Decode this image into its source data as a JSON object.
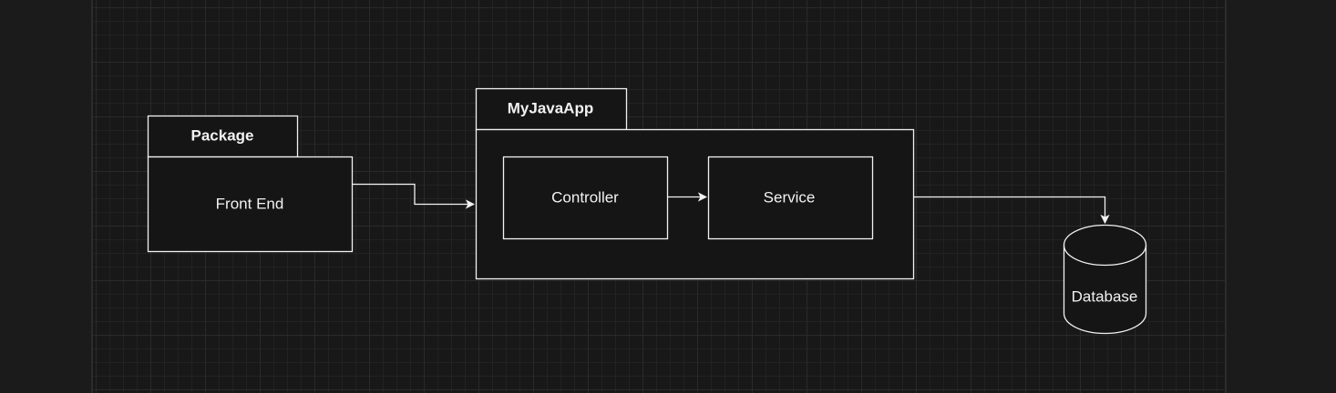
{
  "diagram": {
    "front_end_package": {
      "tab_label": "Package",
      "body_label": "Front End"
    },
    "app_package": {
      "tab_label": "MyJavaApp",
      "controller_label": "Controller",
      "service_label": "Service"
    },
    "database": {
      "label": "Database"
    }
  },
  "colors": {
    "canvas_background": "#181818",
    "shape_fill": "#151515",
    "stroke": "#f2f2f2",
    "grid_line": "#2a2a2a"
  }
}
